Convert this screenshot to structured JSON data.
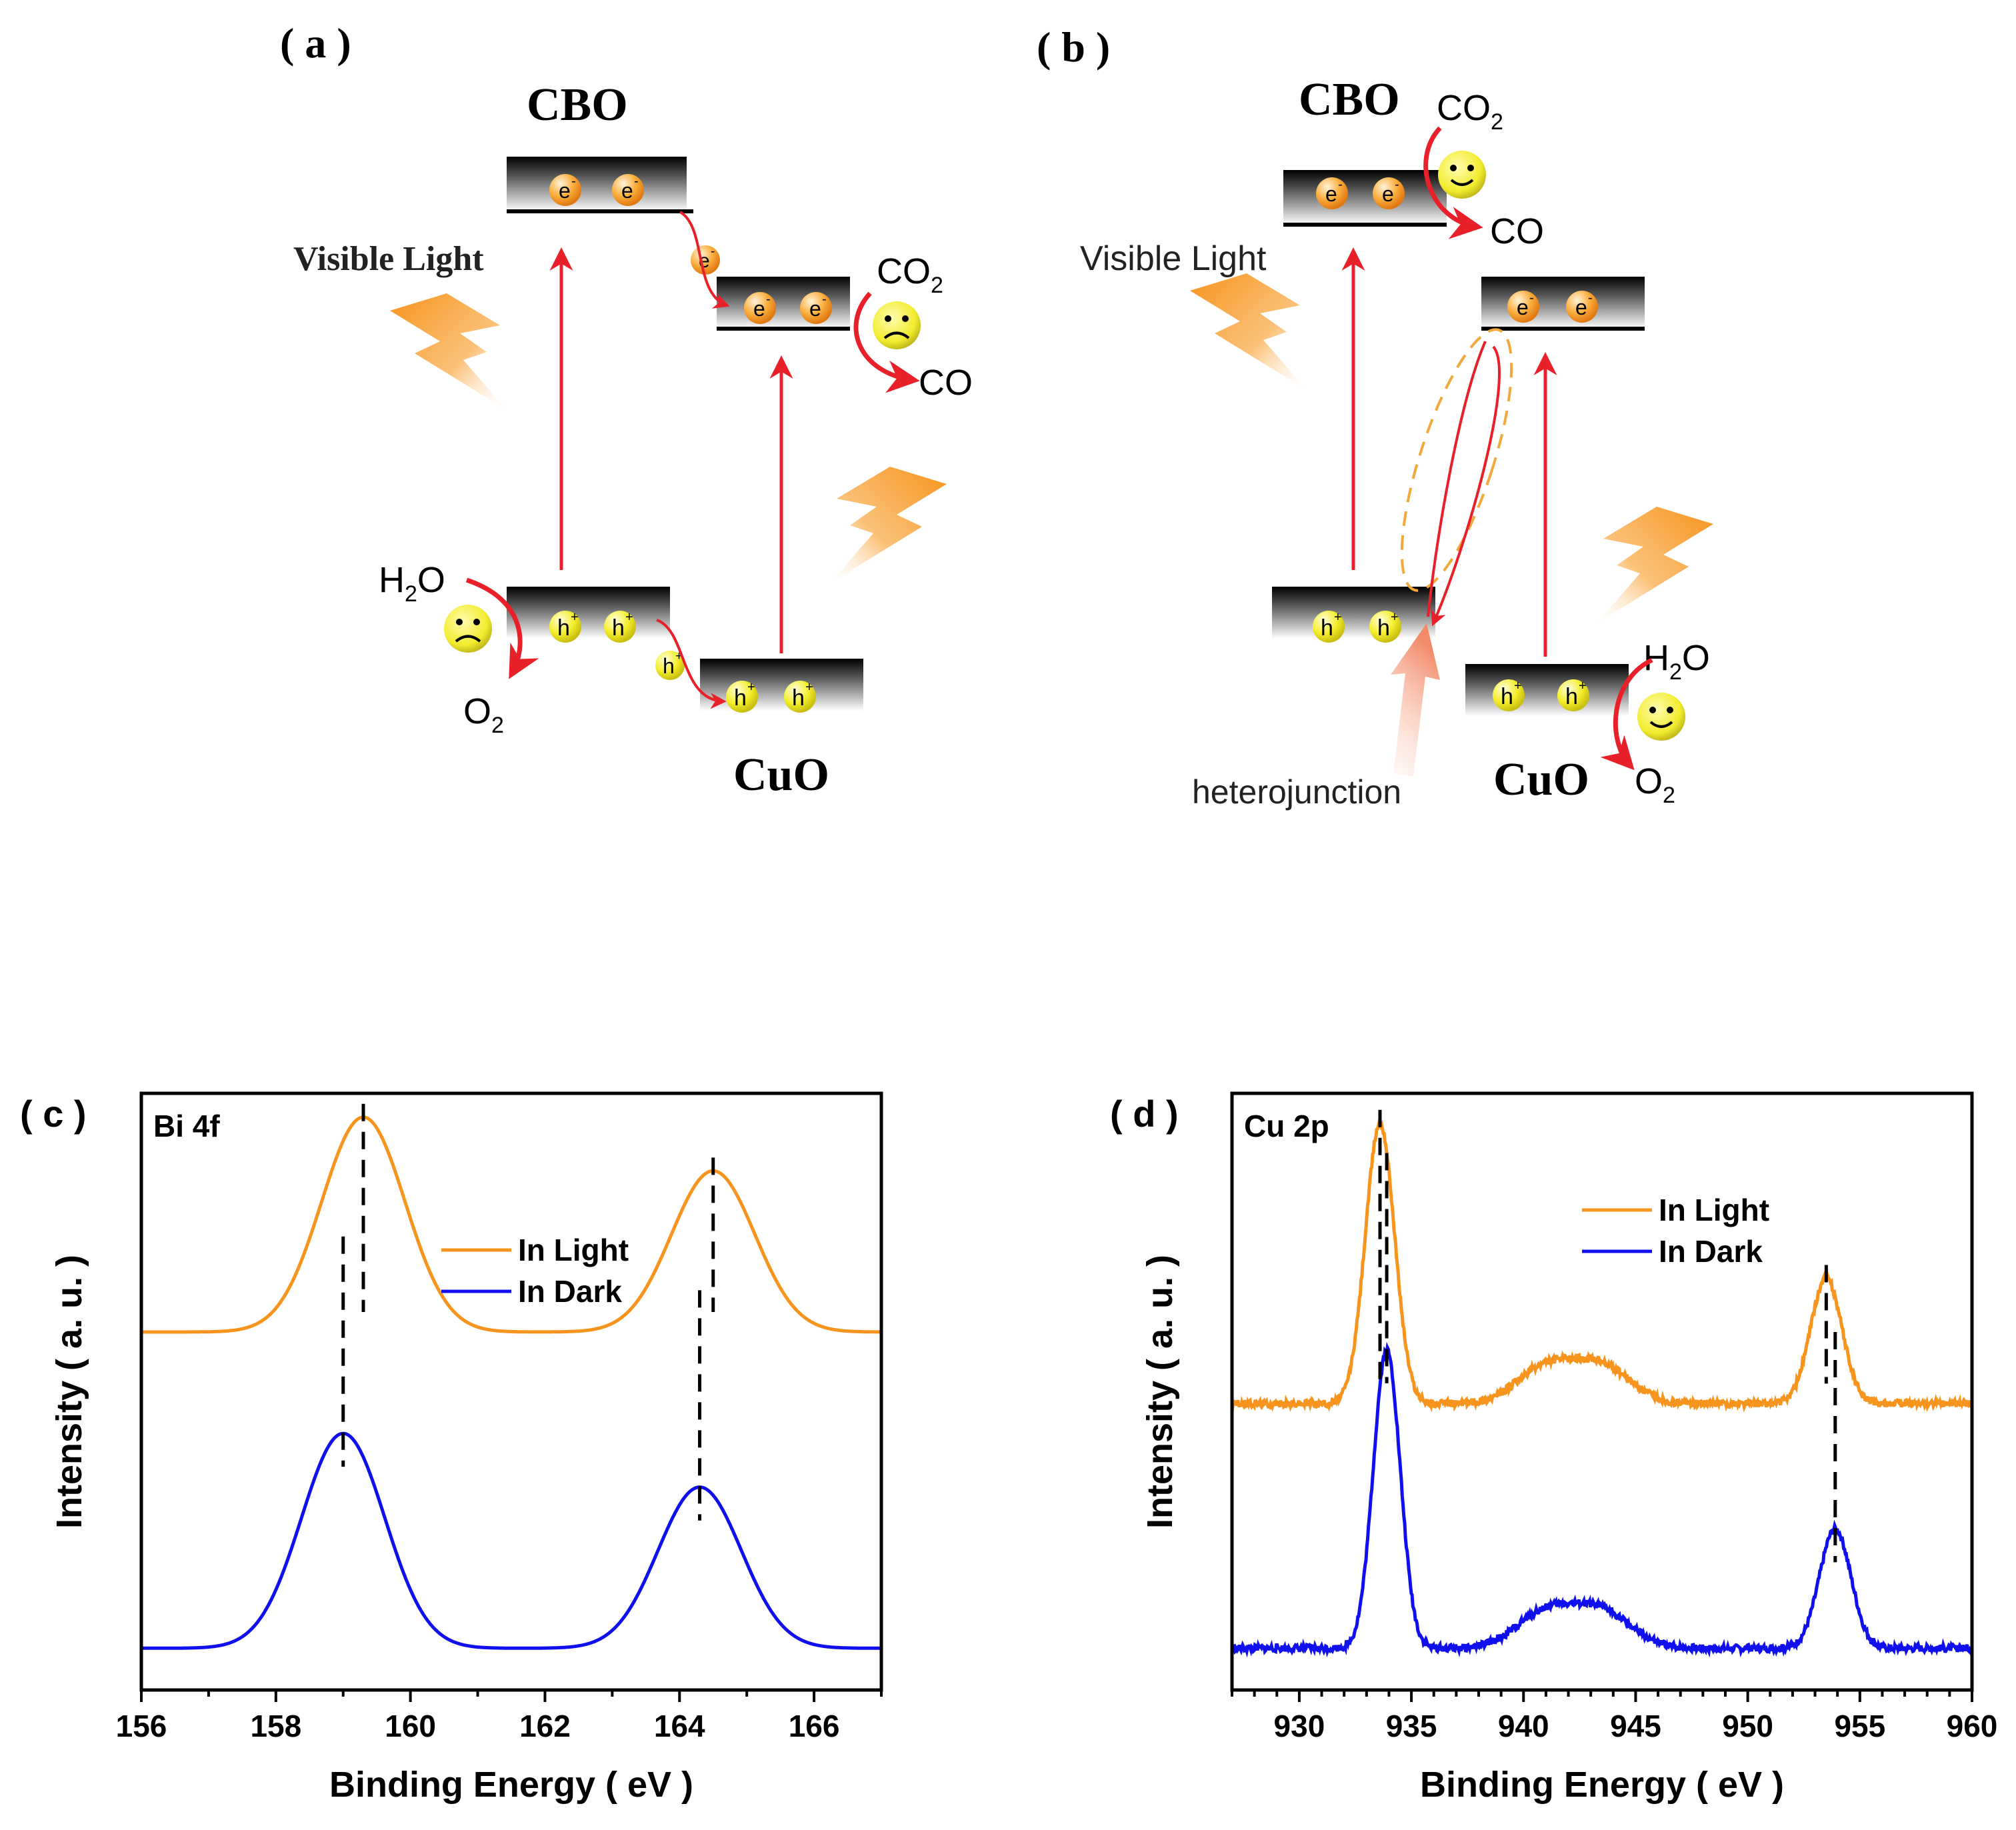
{
  "colors": {
    "light": "#F7941D",
    "dark": "#1010EE",
    "arrow": "#E8202A",
    "bolt": "#F7941D",
    "face": "#F2EC2E"
  },
  "panel_a": {
    "label": "( a )",
    "cbo": "CBO",
    "cuo": "CuO",
    "visible_light": "Visible Light",
    "electron": "e",
    "electron_sup": "-",
    "hole": "h",
    "hole_sup": "+",
    "co2_main": "CO",
    "co2_sub": "2",
    "co": "CO",
    "h2o_main": "H",
    "h2o_sub": "2",
    "h2o_end": "O",
    "o2_main": "O",
    "o2_sub": "2",
    "face_icon": "sad-face-icon"
  },
  "panel_b": {
    "label": "( b )",
    "cbo": "CBO",
    "cuo": "CuO",
    "visible_light": "Visible Light",
    "heterojunction": "heterojunction",
    "electron": "e",
    "electron_sup": "-",
    "hole": "h",
    "hole_sup": "+",
    "co2_main": "CO",
    "co2_sub": "2",
    "co": "CO",
    "h2o_main": "H",
    "h2o_sub": "2",
    "h2o_end": "O",
    "o2_main": "O",
    "o2_sub": "2",
    "face_icon": "happy-face-icon"
  },
  "chart_data": [
    {
      "panel": "( c )",
      "type": "line",
      "inset_label": "Bi 4f",
      "xlabel": "Binding Energy ( eV )",
      "ylabel": "Intensity ( a. u. )",
      "xlim": [
        156,
        167
      ],
      "xticks": [
        "156",
        "158",
        "160",
        "162",
        "164",
        "166"
      ],
      "legend": "upper-right",
      "series": [
        {
          "name": "In Light",
          "color": "#F7941D",
          "baseline": 0.6,
          "peaks": [
            {
              "center": 159.3,
              "height": 0.36,
              "width": 0.62
            },
            {
              "center": 164.5,
              "height": 0.27,
              "width": 0.62
            }
          ]
        },
        {
          "name": "In Dark",
          "color": "#1010EE",
          "baseline": 0.07,
          "peaks": [
            {
              "center": 159.0,
              "height": 0.36,
              "width": 0.62
            },
            {
              "center": 164.3,
              "height": 0.27,
              "width": 0.62
            }
          ]
        }
      ],
      "reference_lines": [
        159.3,
        164.5,
        159.0,
        164.3
      ]
    },
    {
      "panel": "( d )",
      "type": "line",
      "inset_label": "Cu 2p",
      "xlabel": "Binding Energy ( eV )",
      "ylabel": "Intensity ( a. u. )",
      "xlim": [
        927,
        960
      ],
      "xticks": [
        "930",
        "935",
        "940",
        "945",
        "950",
        "955",
        "960"
      ],
      "legend": "upper-right",
      "series": [
        {
          "name": "In Light",
          "color": "#F7941D",
          "baseline": 0.48,
          "peaks": [
            {
              "center": 933.6,
              "height": 0.47,
              "width": 0.65
            },
            {
              "center": 941.0,
              "height": 0.06,
              "width": 1.3
            },
            {
              "center": 943.5,
              "height": 0.06,
              "width": 1.3
            },
            {
              "center": 953.5,
              "height": 0.21,
              "width": 0.7
            }
          ]
        },
        {
          "name": "In Dark",
          "color": "#1010EE",
          "baseline": 0.07,
          "peaks": [
            {
              "center": 933.9,
              "height": 0.5,
              "width": 0.6
            },
            {
              "center": 941.0,
              "height": 0.06,
              "width": 1.3
            },
            {
              "center": 943.5,
              "height": 0.06,
              "width": 1.3
            },
            {
              "center": 953.9,
              "height": 0.2,
              "width": 0.7
            }
          ]
        }
      ],
      "reference_lines": [
        933.6,
        953.5,
        933.9,
        953.9
      ]
    }
  ]
}
